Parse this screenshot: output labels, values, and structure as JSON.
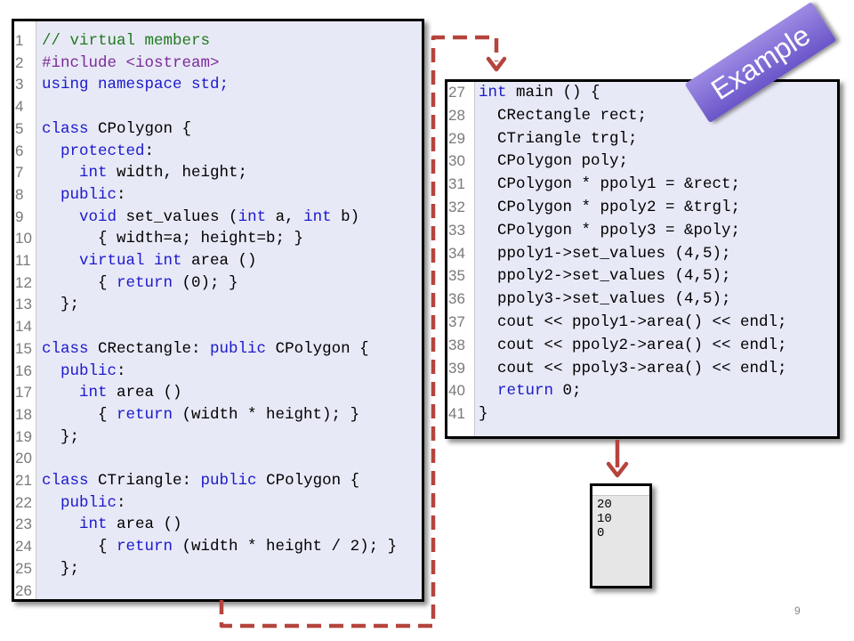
{
  "left_code": [
    {
      "n": "1",
      "segs": [
        {
          "t": "// virtual members",
          "c": "cm"
        }
      ]
    },
    {
      "n": "2",
      "segs": [
        {
          "t": "#include <iostream>",
          "c": "pp"
        }
      ]
    },
    {
      "n": "3",
      "segs": [
        {
          "t": "using namespace std;",
          "c": "kw"
        }
      ]
    },
    {
      "n": "4",
      "segs": []
    },
    {
      "n": "5",
      "segs": [
        {
          "t": "class",
          "c": "kw"
        },
        {
          "t": " CPolygon {",
          "c": ""
        }
      ]
    },
    {
      "n": "6",
      "segs": [
        {
          "t": "  ",
          "c": ""
        },
        {
          "t": "protected",
          "c": "kw"
        },
        {
          "t": ":",
          "c": ""
        }
      ]
    },
    {
      "n": "7",
      "segs": [
        {
          "t": "    ",
          "c": ""
        },
        {
          "t": "int",
          "c": "kw"
        },
        {
          "t": " width, height;",
          "c": ""
        }
      ]
    },
    {
      "n": "8",
      "segs": [
        {
          "t": "  ",
          "c": ""
        },
        {
          "t": "public",
          "c": "kw"
        },
        {
          "t": ":",
          "c": ""
        }
      ]
    },
    {
      "n": "9",
      "segs": [
        {
          "t": "    ",
          "c": ""
        },
        {
          "t": "void",
          "c": "kw"
        },
        {
          "t": " set_values (",
          "c": ""
        },
        {
          "t": "int",
          "c": "kw"
        },
        {
          "t": " a, ",
          "c": ""
        },
        {
          "t": "int",
          "c": "kw"
        },
        {
          "t": " b)",
          "c": ""
        }
      ]
    },
    {
      "n": "10",
      "segs": [
        {
          "t": "      { width=a; height=b; }",
          "c": ""
        }
      ]
    },
    {
      "n": "11",
      "segs": [
        {
          "t": "    ",
          "c": ""
        },
        {
          "t": "virtual int",
          "c": "kw"
        },
        {
          "t": " area ()",
          "c": ""
        }
      ]
    },
    {
      "n": "12",
      "segs": [
        {
          "t": "      { ",
          "c": ""
        },
        {
          "t": "return",
          "c": "kw"
        },
        {
          "t": " (0); }",
          "c": ""
        }
      ]
    },
    {
      "n": "13",
      "segs": [
        {
          "t": "  };",
          "c": ""
        }
      ]
    },
    {
      "n": "14",
      "segs": []
    },
    {
      "n": "15",
      "segs": [
        {
          "t": "class",
          "c": "kw"
        },
        {
          "t": " CRectangle: ",
          "c": ""
        },
        {
          "t": "public",
          "c": "kw"
        },
        {
          "t": " CPolygon {",
          "c": ""
        }
      ]
    },
    {
      "n": "16",
      "segs": [
        {
          "t": "  ",
          "c": ""
        },
        {
          "t": "public",
          "c": "kw"
        },
        {
          "t": ":",
          "c": ""
        }
      ]
    },
    {
      "n": "17",
      "segs": [
        {
          "t": "    ",
          "c": ""
        },
        {
          "t": "int",
          "c": "kw"
        },
        {
          "t": " area ()",
          "c": ""
        }
      ]
    },
    {
      "n": "18",
      "segs": [
        {
          "t": "      { ",
          "c": ""
        },
        {
          "t": "return",
          "c": "kw"
        },
        {
          "t": " (width * height); }",
          "c": ""
        }
      ]
    },
    {
      "n": "19",
      "segs": [
        {
          "t": "  };",
          "c": ""
        }
      ]
    },
    {
      "n": "20",
      "segs": []
    },
    {
      "n": "21",
      "segs": [
        {
          "t": "class",
          "c": "kw"
        },
        {
          "t": " CTriangle: ",
          "c": ""
        },
        {
          "t": "public",
          "c": "kw"
        },
        {
          "t": " CPolygon {",
          "c": ""
        }
      ]
    },
    {
      "n": "22",
      "segs": [
        {
          "t": "  ",
          "c": ""
        },
        {
          "t": "public",
          "c": "kw"
        },
        {
          "t": ":",
          "c": ""
        }
      ]
    },
    {
      "n": "23",
      "segs": [
        {
          "t": "    ",
          "c": ""
        },
        {
          "t": "int",
          "c": "kw"
        },
        {
          "t": " area ()",
          "c": ""
        }
      ]
    },
    {
      "n": "24",
      "segs": [
        {
          "t": "      { ",
          "c": ""
        },
        {
          "t": "return",
          "c": "kw"
        },
        {
          "t": " (width * height / 2); }",
          "c": ""
        }
      ]
    },
    {
      "n": "25",
      "segs": [
        {
          "t": "  };",
          "c": ""
        }
      ]
    },
    {
      "n": "26",
      "segs": []
    }
  ],
  "right_code": [
    {
      "n": "27",
      "segs": [
        {
          "t": "int",
          "c": "kw"
        },
        {
          "t": " main () {",
          "c": ""
        }
      ]
    },
    {
      "n": "28",
      "segs": [
        {
          "t": "  CRectangle rect;",
          "c": ""
        }
      ]
    },
    {
      "n": "29",
      "segs": [
        {
          "t": "  CTriangle trgl;",
          "c": ""
        }
      ]
    },
    {
      "n": "30",
      "segs": [
        {
          "t": "  CPolygon poly;",
          "c": ""
        }
      ]
    },
    {
      "n": "31",
      "segs": [
        {
          "t": "  CPolygon * ppoly1 = &rect;",
          "c": ""
        }
      ]
    },
    {
      "n": "32",
      "segs": [
        {
          "t": "  CPolygon * ppoly2 = &trgl;",
          "c": ""
        }
      ]
    },
    {
      "n": "33",
      "segs": [
        {
          "t": "  CPolygon * ppoly3 = &poly;",
          "c": ""
        }
      ]
    },
    {
      "n": "34",
      "segs": [
        {
          "t": "  ppoly1->set_values (4,5);",
          "c": ""
        }
      ]
    },
    {
      "n": "35",
      "segs": [
        {
          "t": "  ppoly2->set_values (4,5);",
          "c": ""
        }
      ]
    },
    {
      "n": "36",
      "segs": [
        {
          "t": "  ppoly3->set_values (4,5);",
          "c": ""
        }
      ]
    },
    {
      "n": "37",
      "segs": [
        {
          "t": "  cout << ppoly1->area() << endl;",
          "c": ""
        }
      ]
    },
    {
      "n": "38",
      "segs": [
        {
          "t": "  cout << ppoly2->area() << endl;",
          "c": ""
        }
      ]
    },
    {
      "n": "39",
      "segs": [
        {
          "t": "  cout << ppoly3->area() << endl;",
          "c": ""
        }
      ]
    },
    {
      "n": "40",
      "segs": [
        {
          "t": "  ",
          "c": ""
        },
        {
          "t": "return",
          "c": "kw"
        },
        {
          "t": " 0;",
          "c": ""
        }
      ]
    },
    {
      "n": "41",
      "segs": [
        {
          "t": "}",
          "c": ""
        }
      ]
    }
  ],
  "output_lines": [
    "20",
    "10",
    "0"
  ],
  "badge_label": "Example",
  "page_number": "9",
  "colors": {
    "arrow": "#b5443d",
    "keyword": "#1a1acc",
    "comment": "#1f7a1f",
    "preprocessor": "#7a2a9a",
    "code_bg": "#e8e9f6"
  }
}
